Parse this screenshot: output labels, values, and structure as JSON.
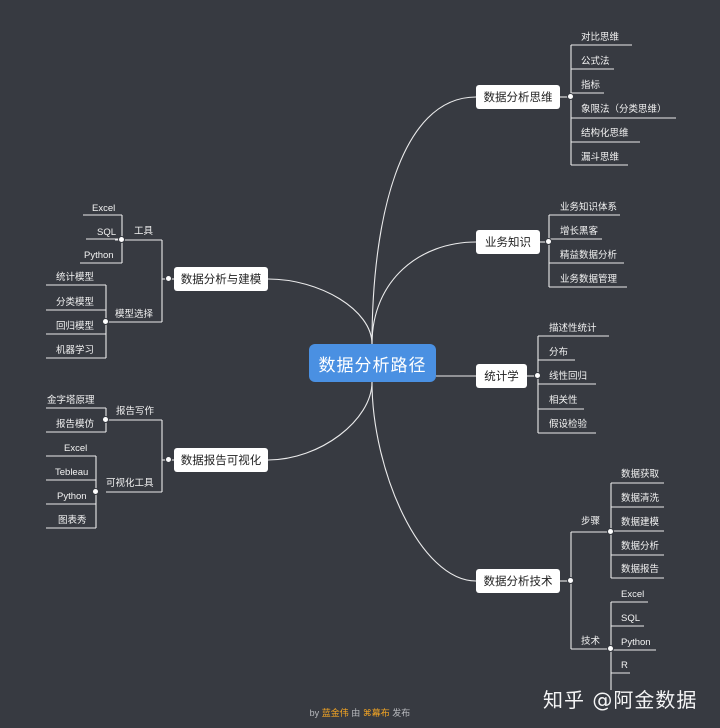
{
  "root": "数据分析路径",
  "right": {
    "thinking": {
      "label": "数据分析思维",
      "items": [
        "对比思维",
        "公式法",
        "指标",
        "象限法（分类思维）",
        "结构化思维",
        "漏斗思维"
      ]
    },
    "business": {
      "label": "业务知识",
      "items": [
        "业务知识体系",
        "增长黑客",
        "精益数据分析",
        "业务数据管理"
      ]
    },
    "stats": {
      "label": "统计学",
      "items": [
        "描述性统计",
        "分布",
        "线性回归",
        "相关性",
        "假设检验"
      ]
    },
    "tech": {
      "label": "数据分析技术",
      "steps": {
        "label": "步骤",
        "items": [
          "数据获取",
          "数据清洗",
          "数据建模",
          "数据分析",
          "数据报告"
        ]
      },
      "skills": {
        "label": "技术",
        "items": [
          "Excel",
          "SQL",
          "Python",
          "R"
        ]
      }
    }
  },
  "left": {
    "modeling": {
      "label": "数据分析与建模",
      "tools": {
        "label": "工具",
        "items": [
          "Excel",
          "SQL",
          "Python"
        ]
      },
      "models": {
        "label": "模型选择",
        "items": [
          "统计模型",
          "分类模型",
          "回归模型",
          "机器学习"
        ]
      }
    },
    "report": {
      "label": "数据报告可视化",
      "writing": {
        "label": "报告写作",
        "items": [
          "金字塔原理",
          "报告模仿"
        ]
      },
      "vis": {
        "label": "可视化工具",
        "items": [
          "Excel",
          "Tebleau",
          "Python",
          "图表秀"
        ]
      }
    }
  },
  "footer": {
    "by": "by",
    "author": "蓝金伟",
    "mid": "由",
    "icon": "⌘",
    "platform": "幕布",
    "tail": "发布"
  },
  "watermark": "知乎 @阿金数据",
  "colors": {
    "background": "#373a41",
    "root": "#4a90e2",
    "line": "#ffffff",
    "brand": "#f5a623"
  }
}
